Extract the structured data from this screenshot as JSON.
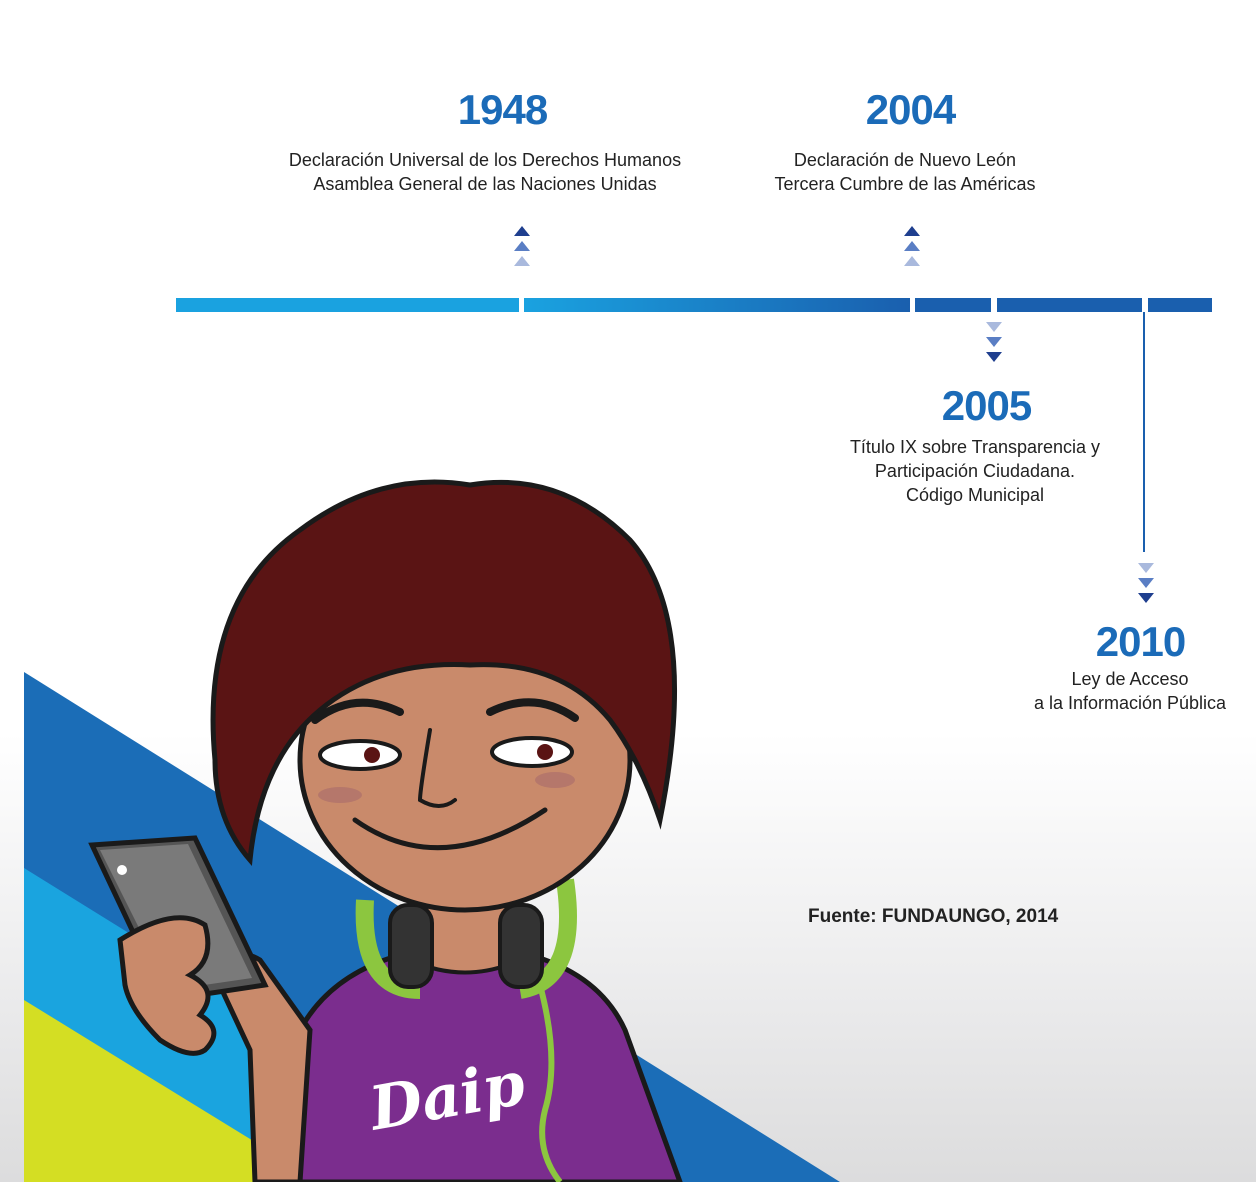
{
  "timeline": {
    "events": [
      {
        "year": "1948",
        "lines": [
          "Declaración Universal de los Derechos Humanos",
          "Asamblea General de las Naciones Unidas"
        ]
      },
      {
        "year": "2004",
        "lines": [
          "Declaración de Nuevo León",
          "Tercera Cumbre de las Américas"
        ]
      },
      {
        "year": "2005",
        "lines": [
          "Título IX sobre Transparencia y",
          "Participación Ciudadana.",
          "Código Municipal"
        ]
      },
      {
        "year": "2010",
        "lines": [
          "Ley de Acceso",
          "a la Información Pública"
        ]
      }
    ],
    "colors": {
      "year": "#1b6bb8",
      "bar_light": "#1aa2e0",
      "bar_dark": "#1a5fae",
      "arrow_dark": "#1f3f8f",
      "arrow_mid": "#5a7ec4",
      "arrow_light": "#a9b9dd"
    }
  },
  "source": "Fuente: FUNDAUNGO, 2014",
  "illustration": {
    "shirt_text": "Daip",
    "colors": {
      "band_dark_blue": "#1b6db7",
      "band_light_blue": "#1aa4df",
      "band_yellow": "#d4de23",
      "shirt": "#7b2d8e",
      "hair": "#5a1414",
      "skin": "#c98a6b",
      "headphones": "#8cc63f",
      "phone": "#7a7a7a"
    }
  }
}
